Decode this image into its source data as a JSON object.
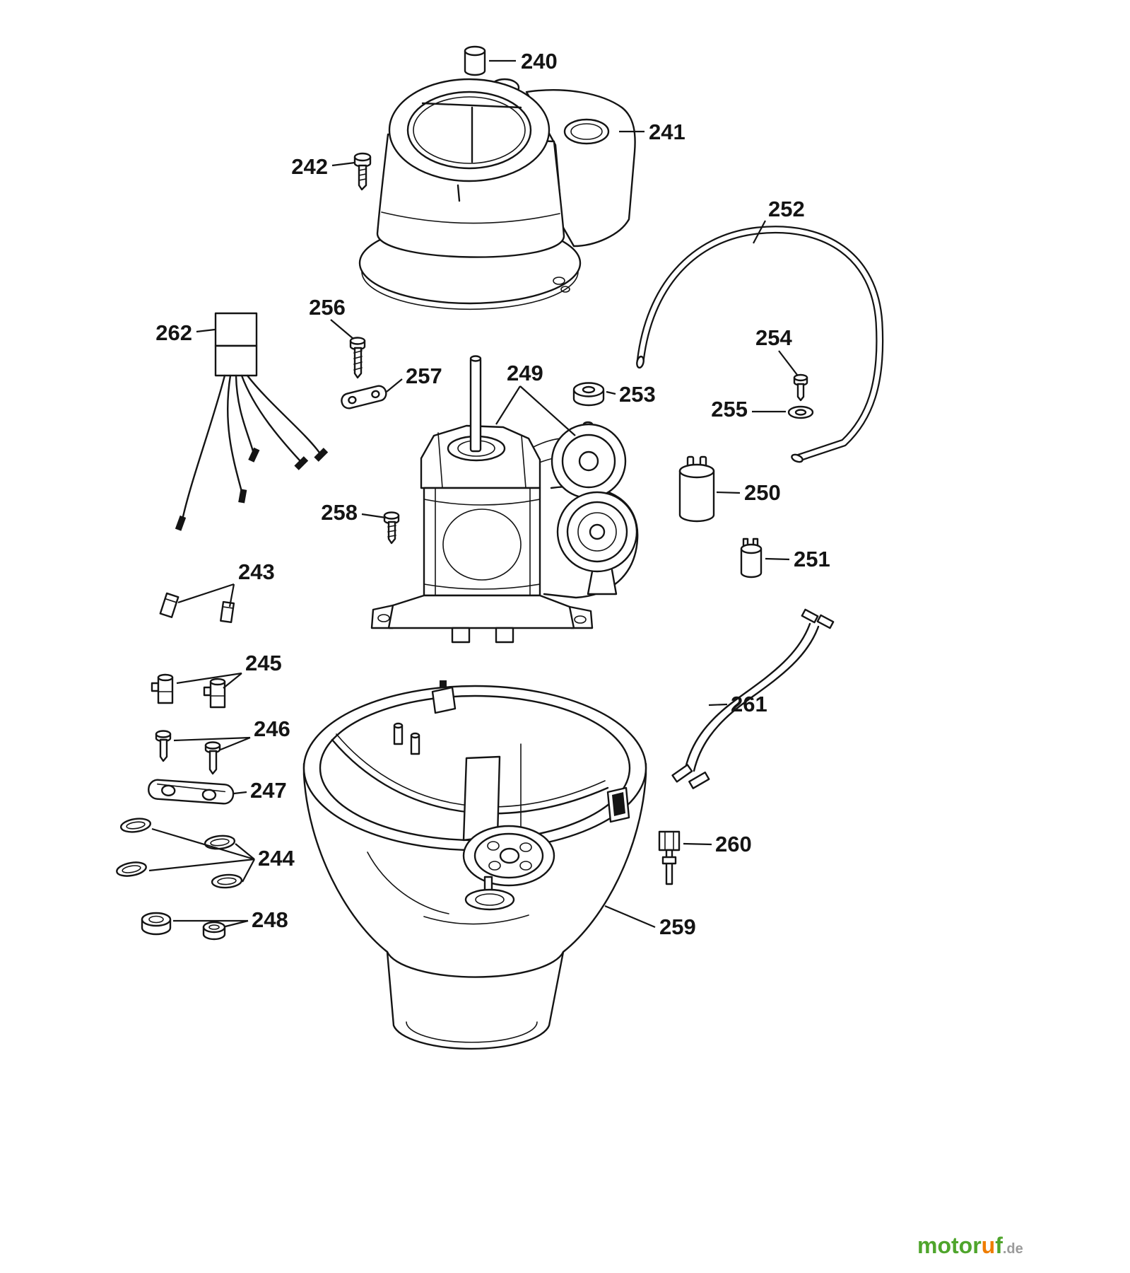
{
  "diagram": {
    "background": "#ffffff",
    "line_color": "#141414",
    "label_color": "#141414",
    "labels": {
      "240": "240",
      "241": "241",
      "242": "242",
      "243": "243",
      "244": "244",
      "245": "245",
      "246": "246",
      "247": "247",
      "248": "248",
      "249": "249",
      "250": "250",
      "251": "251",
      "252": "252",
      "253": "253",
      "254": "254",
      "255": "255",
      "256": "256",
      "257": "257",
      "258": "258",
      "259": "259",
      "260": "260",
      "261": "261",
      "262": "262"
    }
  },
  "watermark": {
    "segments": [
      {
        "text": "motor",
        "color": "#4fa52c"
      },
      {
        "text": "u",
        "color": "#ef7d00"
      },
      {
        "text": "f",
        "color": "#4fa52c"
      },
      {
        "text": ".de",
        "color": "#9b9b9b"
      }
    ]
  }
}
